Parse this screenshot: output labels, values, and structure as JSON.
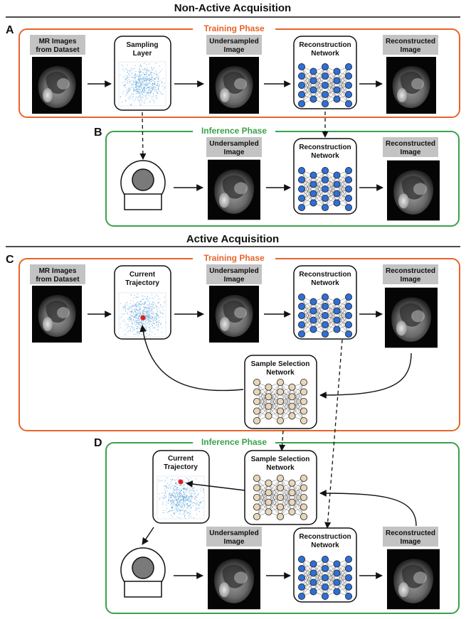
{
  "headings": {
    "non_active": "Non-Active Acquisition",
    "active": "Active Acquisition"
  },
  "panel_letters": {
    "a": "A",
    "b": "B",
    "c": "C",
    "d": "D"
  },
  "phase_titles": {
    "training": "Training Phase",
    "inference": "Inference Phase"
  },
  "labels": {
    "mr_images": [
      "MR Images",
      "from Dataset"
    ],
    "sampling_layer": [
      "Sampling",
      "Layer"
    ],
    "undersampled": [
      "Undersampled",
      "Image"
    ],
    "reconstruction": [
      "Reconstruction",
      "Network"
    ],
    "reconstructed": [
      "Reconstructed",
      "Image"
    ],
    "current_trajectory": [
      "Current",
      "Trajectory"
    ],
    "sample_selection": [
      "Sample Selection",
      "Network"
    ]
  },
  "colors": {
    "training_border": "#e8642a",
    "inference_border": "#3aa14a",
    "label_bg": "#c3c3c3",
    "recon_node": "#2f6fd6",
    "selection_node": "#e8d6b8",
    "selected_sample": "#e02020",
    "scatter": "#3b8fd0"
  },
  "icons": [
    "scanner-icon",
    "neural-network-icon",
    "mr-image-thumbnail",
    "k-space-scatter-icon"
  ]
}
